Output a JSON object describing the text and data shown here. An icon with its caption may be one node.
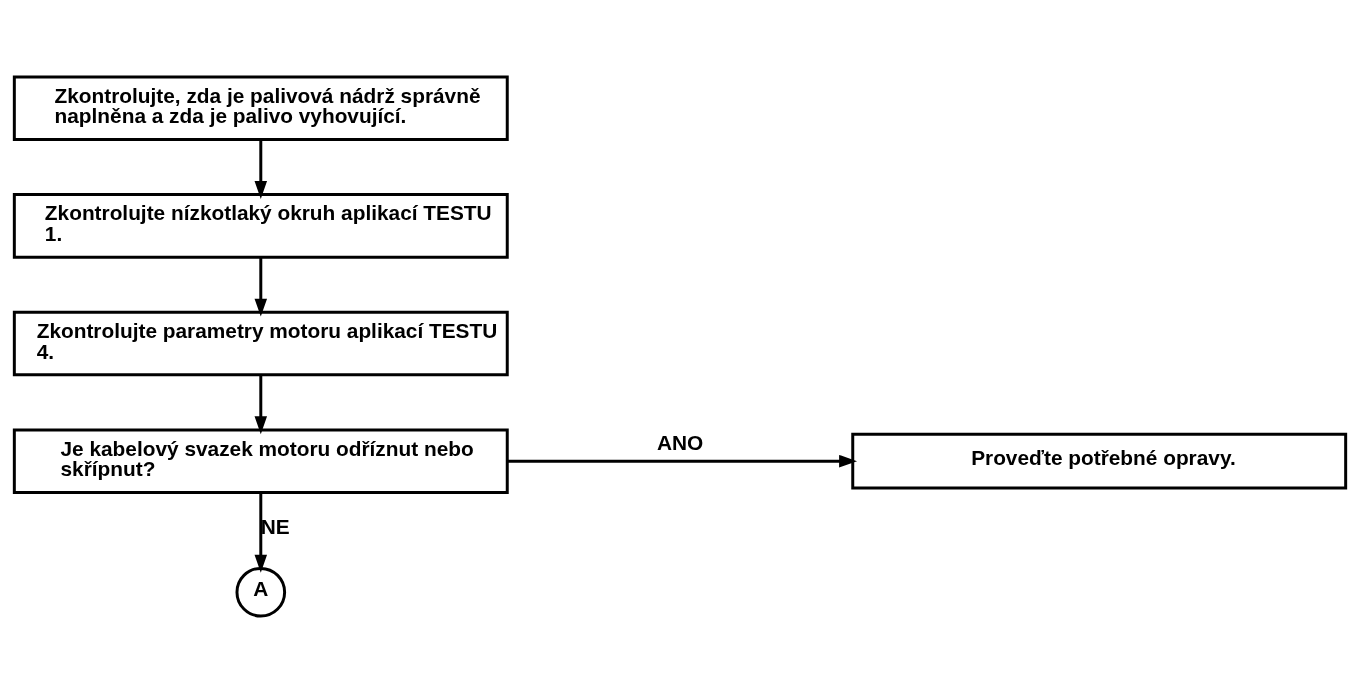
{
  "diagram": {
    "nodes": [
      {
        "text": [
          "Zkontrolujte, zda je palivová nádrž správně naplněna a zda je palivo vyhovující."
        ]
      },
      {
        "text": [
          "Zkontrolujte nízkotlaký okruh aplikací TESTU 1."
        ]
      },
      {
        "text": [
          "Zkontrolujte parametry motoru aplikací TESTU 4."
        ]
      },
      {
        "text": [
          "Je kabelový svazek motoru odříznut nebo skřípnut?"
        ]
      },
      {
        "text": [
          "Proveďte potřebné opravy."
        ]
      },
      {
        "text": [
          "A"
        ]
      }
    ],
    "edges": [
      {
        "from": 0,
        "to": 1,
        "arrow": "to"
      },
      {
        "from": 1,
        "to": 2,
        "arrow": "to"
      },
      {
        "from": 2,
        "to": 3,
        "arrow": "to"
      },
      {
        "from": 3,
        "to": 4,
        "arrow": "to",
        "label": "ANO"
      },
      {
        "from": 3,
        "to": 5,
        "arrow": "to",
        "label": "NE"
      }
    ]
  }
}
